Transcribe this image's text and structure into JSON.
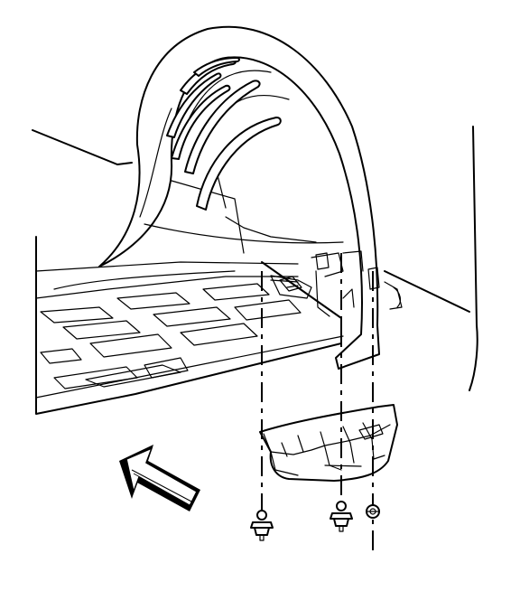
{
  "figure": {
    "description_visible_text": "",
    "colors": {
      "line": "#000000",
      "background": "#ffffff"
    },
    "parts": {
      "fender": "wheelhouse-liner",
      "floor": "underbody-panel",
      "shield": "splash-shield",
      "fasteners": [
        "push-pin-retainer",
        "push-pin-retainer",
        "nut-retainer"
      ],
      "arrow": "front-of-vehicle-arrow"
    }
  }
}
